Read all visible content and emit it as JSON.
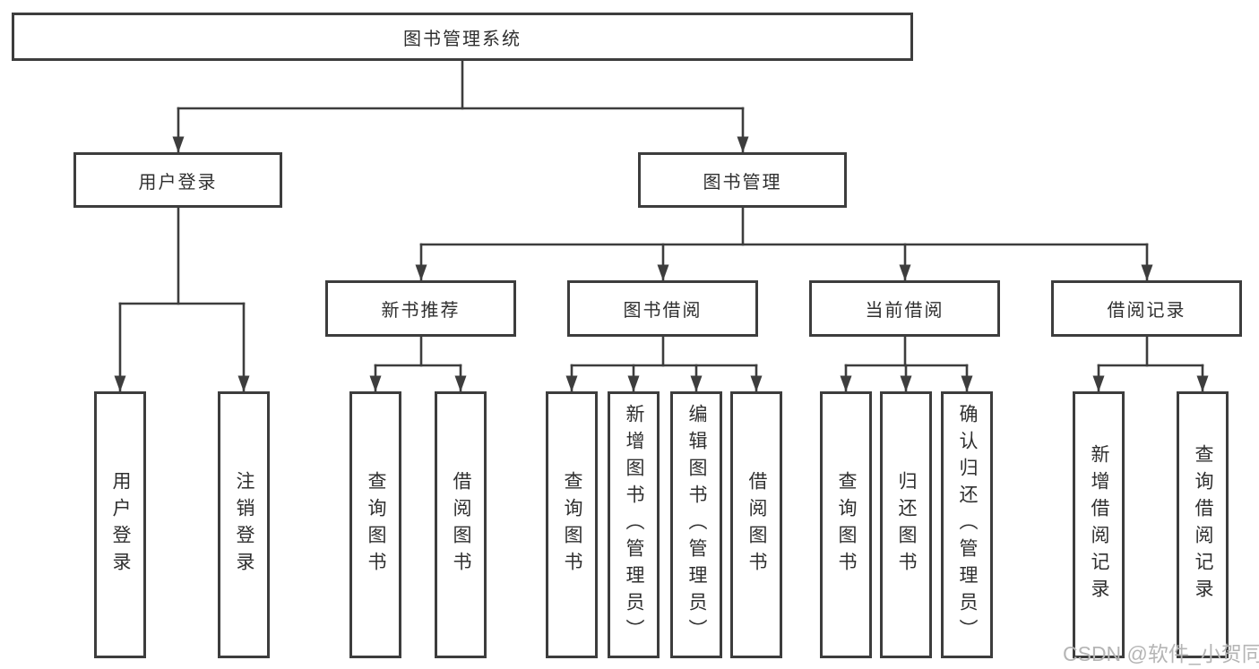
{
  "tree": {
    "label": "图书管理系统",
    "children": [
      {
        "label": "用户登录",
        "children": [
          {
            "label": "用户登录"
          },
          {
            "label": "注销登录"
          }
        ]
      },
      {
        "label": "图书管理",
        "children": [
          {
            "label": "新书推荐",
            "children": [
              {
                "label": "查询图书"
              },
              {
                "label": "借阅图书"
              }
            ]
          },
          {
            "label": "图书借阅",
            "children": [
              {
                "label": "查询图书"
              },
              {
                "label": "新增图书（管理员）"
              },
              {
                "label": "编辑图书（管理员）"
              },
              {
                "label": "借阅图书"
              }
            ]
          },
          {
            "label": "当前借阅",
            "children": [
              {
                "label": "查询图书"
              },
              {
                "label": "归还图书"
              },
              {
                "label": "确认归还（管理员）"
              }
            ]
          },
          {
            "label": "借阅记录",
            "children": [
              {
                "label": "新增借阅记录"
              },
              {
                "label": "查询借阅记录"
              }
            ]
          }
        ]
      }
    ]
  },
  "watermark": "CSDN @软件_小贺同学",
  "colors": {
    "line": "#3d3d3d",
    "text": "#2f2f2f",
    "watermark": "#b5b5b5",
    "background": "#ffffff"
  }
}
